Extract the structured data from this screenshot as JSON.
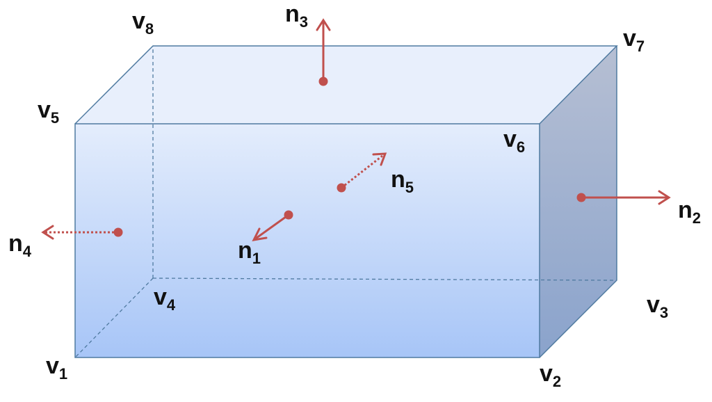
{
  "colors": {
    "front_top": "#e4edfc",
    "front_bottom": "#a7c5f7",
    "top_face": "#e8effc",
    "side_top": "#b6bfd3",
    "side_bottom": "#8aa3cc",
    "edge": "#4f7aa0",
    "arrow": "#c0504d",
    "text": "#111111"
  },
  "vertices": [
    {
      "letter": "v",
      "sub": "1"
    },
    {
      "letter": "v",
      "sub": "2"
    },
    {
      "letter": "v",
      "sub": "3"
    },
    {
      "letter": "v",
      "sub": "4"
    },
    {
      "letter": "v",
      "sub": "5"
    },
    {
      "letter": "v",
      "sub": "6"
    },
    {
      "letter": "v",
      "sub": "7"
    },
    {
      "letter": "v",
      "sub": "8"
    }
  ],
  "normals": [
    {
      "letter": "n",
      "sub": "1",
      "style": "solid"
    },
    {
      "letter": "n",
      "sub": "2",
      "style": "solid"
    },
    {
      "letter": "n",
      "sub": "3",
      "style": "solid"
    },
    {
      "letter": "n",
      "sub": "4",
      "style": "dotted"
    },
    {
      "letter": "n",
      "sub": "5",
      "style": "dotted"
    }
  ]
}
